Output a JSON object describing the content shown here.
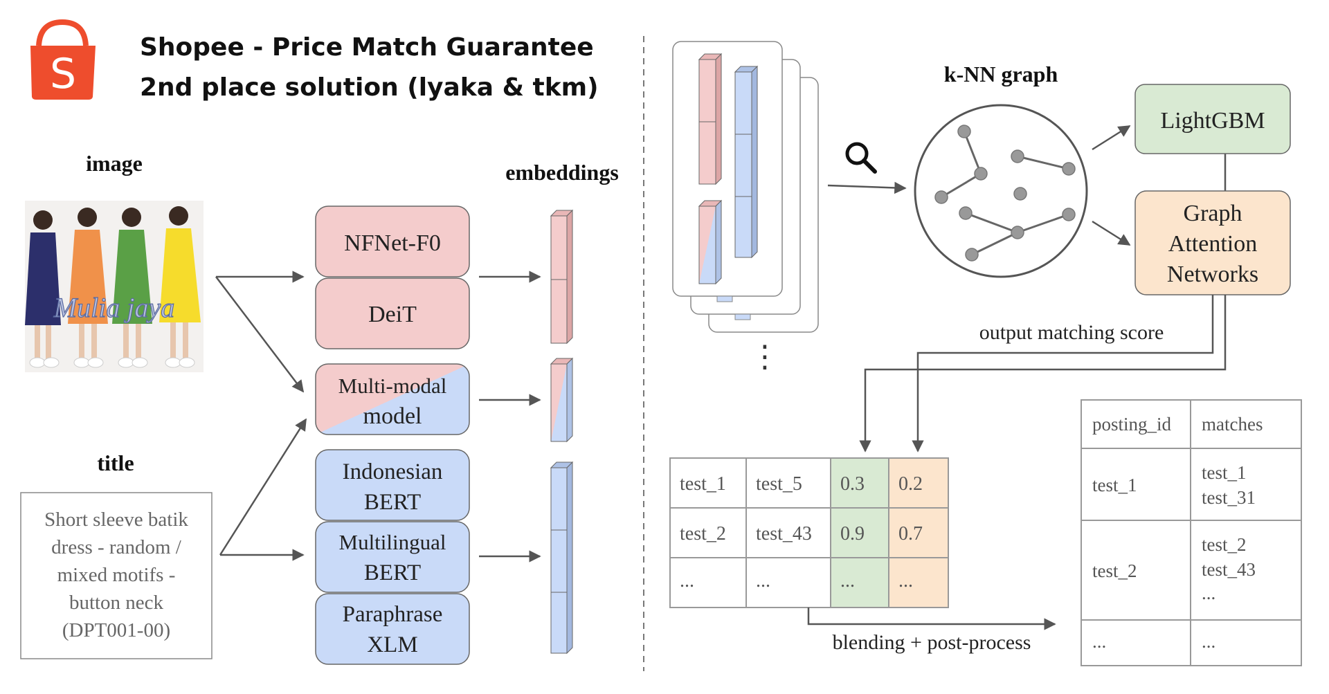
{
  "header": {
    "title_line1": "Shopee - Price Match Guarantee",
    "title_line2": "2nd place solution (lyaka & tkm)",
    "logo_letter": "S"
  },
  "left": {
    "image_label": "image",
    "photo_watermark": "Mulia jaya",
    "title_label": "title",
    "title_text_lines": [
      "Short sleeve batik",
      "dress - random /",
      "mixed motifs -",
      "button neck",
      "(DPT001-00)"
    ],
    "embeddings_label": "embeddings"
  },
  "models": {
    "image_models": [
      {
        "lines": [
          "NFNet-F0"
        ]
      },
      {
        "lines": [
          "DeiT"
        ]
      }
    ],
    "multimodal": {
      "lines": [
        "Multi-modal",
        "model"
      ]
    },
    "text_models": [
      {
        "lines": [
          "Indonesian",
          "BERT"
        ]
      },
      {
        "lines": [
          "Multilingual",
          "BERT"
        ]
      },
      {
        "lines": [
          "Paraphrase",
          "XLM"
        ]
      }
    ]
  },
  "right": {
    "knn_label": "k-NN graph",
    "ellipsis": "⋮",
    "lightgbm": "LightGBM",
    "gat_lines": [
      "Graph",
      "Attention",
      "Networks"
    ],
    "output_score_label": "output matching score",
    "blend_label": "blending + post-process"
  },
  "pairs_table": {
    "rows": [
      [
        "test_1",
        "test_5",
        "0.3",
        "0.2"
      ],
      [
        "test_2",
        "test_43",
        "0.9",
        "0.7"
      ],
      [
        "...",
        "...",
        "...",
        "..."
      ]
    ]
  },
  "submission_table": {
    "headers": [
      "posting_id",
      "matches"
    ],
    "rows": [
      {
        "id": "test_1",
        "matches": [
          "test_1",
          "test_31"
        ]
      },
      {
        "id": "test_2",
        "matches": [
          "test_2",
          "test_43",
          "..."
        ]
      },
      {
        "id": "...",
        "matches": [
          "..."
        ]
      }
    ]
  },
  "colors": {
    "pink": "#f4cccc",
    "blue": "#c9daf8",
    "green": "#d9ead3",
    "orange": "#fce5cd",
    "logo": "#ee4d2d",
    "stroke": "#555555"
  }
}
